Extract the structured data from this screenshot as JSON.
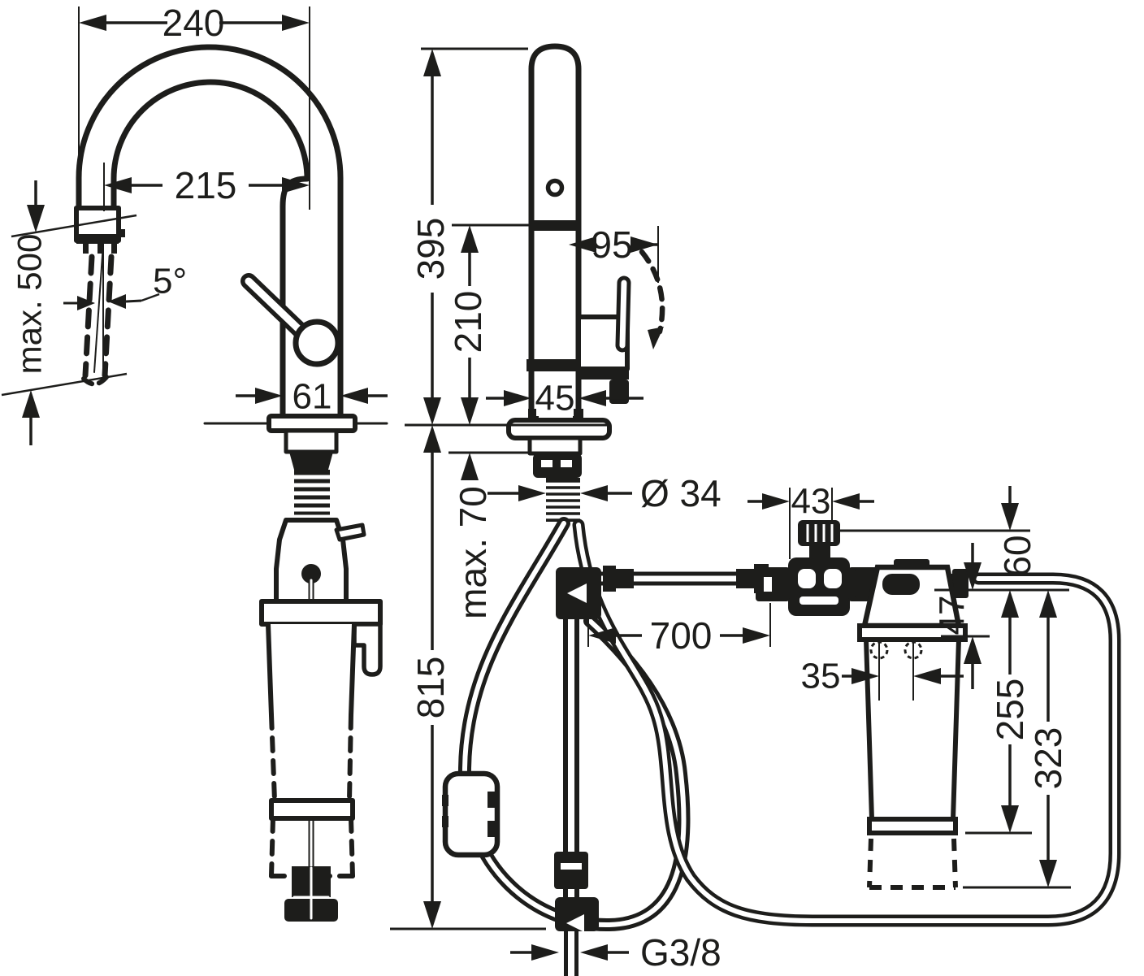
{
  "drawing": {
    "background": "#ffffff",
    "line_color": "#1d1d1b",
    "views": [
      "kitchen mixer front view with pull-out spray extended",
      "kitchen mixer side view with under-sink filter installation"
    ],
    "labels": {
      "d240": "240",
      "d215": "215",
      "max500": "max. 500",
      "angle5": "5°",
      "d61": "61",
      "d395": "395",
      "d210": "210",
      "d95": "95",
      "d45": "45",
      "max70": "max. 70",
      "dia34": "Ø 34",
      "d815": "815",
      "d700": "700",
      "d43": "43",
      "d60": "60",
      "d47": "47",
      "d35": "35",
      "d255": "255",
      "d323": "323",
      "g38": "G3/8"
    }
  }
}
